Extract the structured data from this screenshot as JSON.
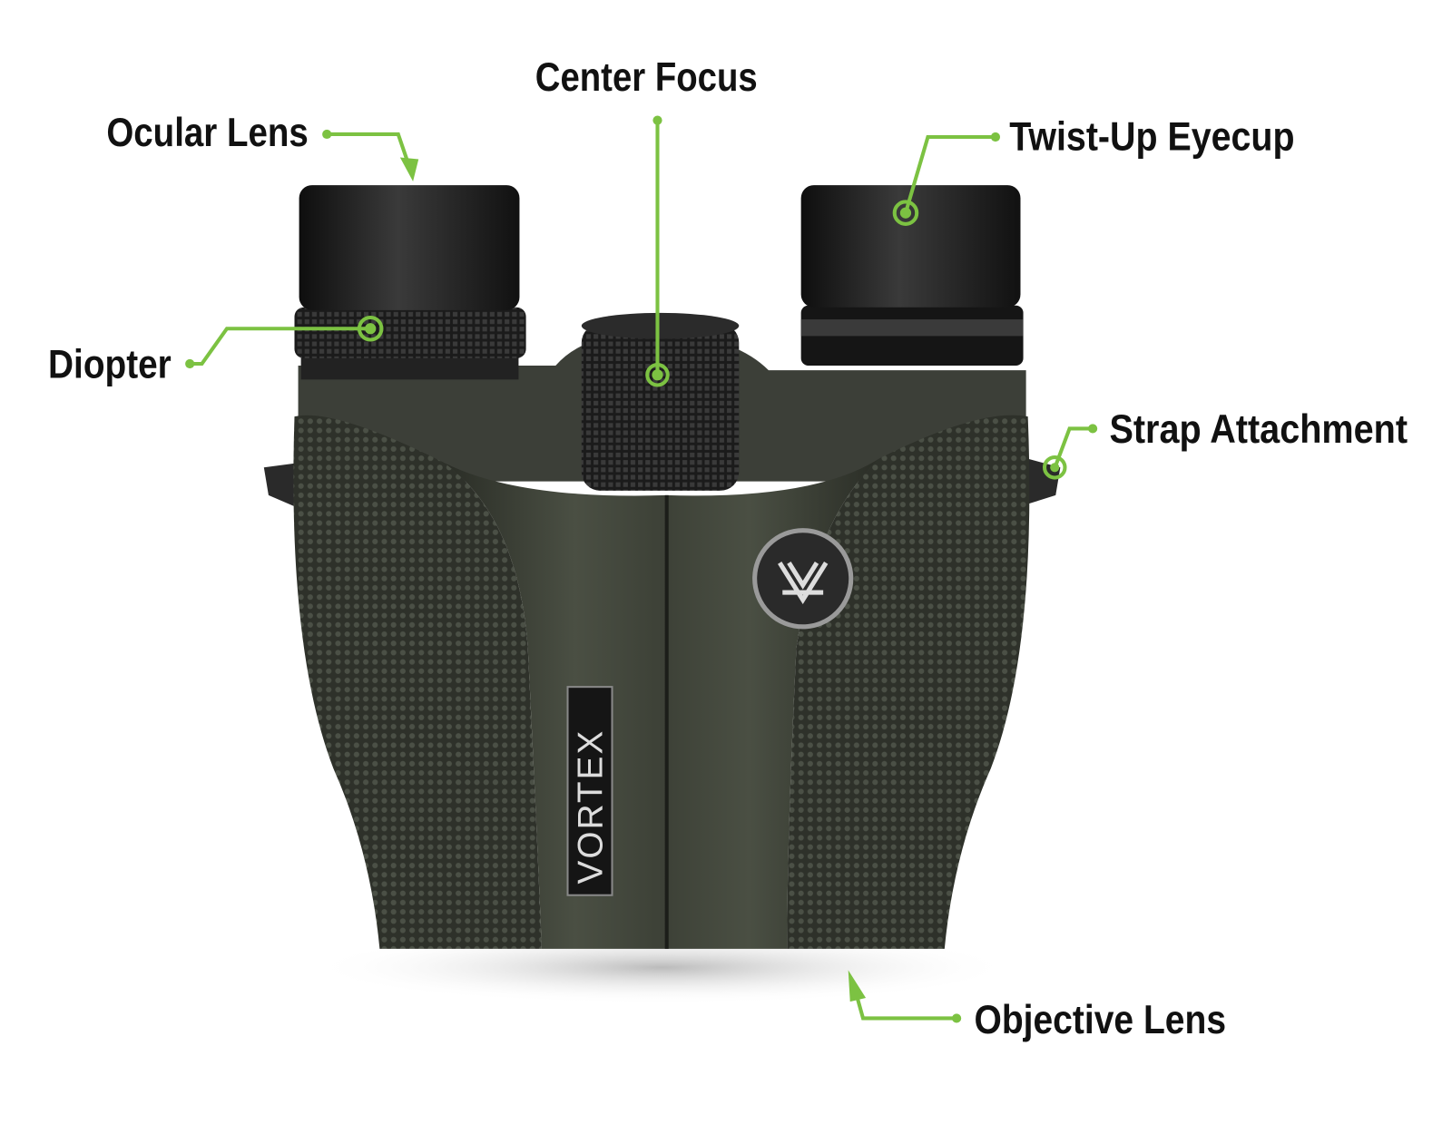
{
  "diagram": {
    "labels": {
      "ocular_lens": "Ocular Lens",
      "center_focus": "Center Focus",
      "twist_up_eyecup": "Twist-Up Eyecup",
      "diopter": "Diopter",
      "strap_attachment": "Strap Attachment",
      "objective_lens": "Objective Lens"
    },
    "brand_text": "VORTEX",
    "colors": {
      "leader": "#7cc242",
      "body": "#3a3d35",
      "eyecup": "#1c1c1c",
      "label_text": "#111111"
    }
  }
}
